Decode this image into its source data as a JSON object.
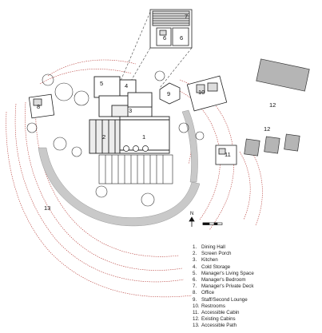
{
  "diagram": {
    "north": "N",
    "callouts": [
      "1",
      "2",
      "3",
      "4",
      "5",
      "6",
      "6",
      "7",
      "8",
      "9",
      "10",
      "11",
      "12",
      "12",
      "13"
    ],
    "legend": [
      {
        "num": "1.",
        "text": "Dining Hall"
      },
      {
        "num": "2.",
        "text": "Screen Porch"
      },
      {
        "num": "3.",
        "text": "Kitchen"
      },
      {
        "num": "4.",
        "text": "Cold Storage"
      },
      {
        "num": "5.",
        "text": "Manager's Living Space"
      },
      {
        "num": "6.",
        "text": "Manager's Bedroom"
      },
      {
        "num": "7.",
        "text": "Manager's Private Deck"
      },
      {
        "num": "8.",
        "text": "Office"
      },
      {
        "num": "9.",
        "text": "Staff/Second Lounge"
      },
      {
        "num": "10.",
        "text": "Restrooms"
      },
      {
        "num": "11.",
        "text": "Accessible Cabin"
      },
      {
        "num": "12.",
        "text": "Existing Cabins"
      },
      {
        "num": "13.",
        "text": "Accessible Path"
      }
    ],
    "colors": {
      "line": "#222222",
      "contour": "#b8403c",
      "shade": "#c9c9c9"
    }
  }
}
